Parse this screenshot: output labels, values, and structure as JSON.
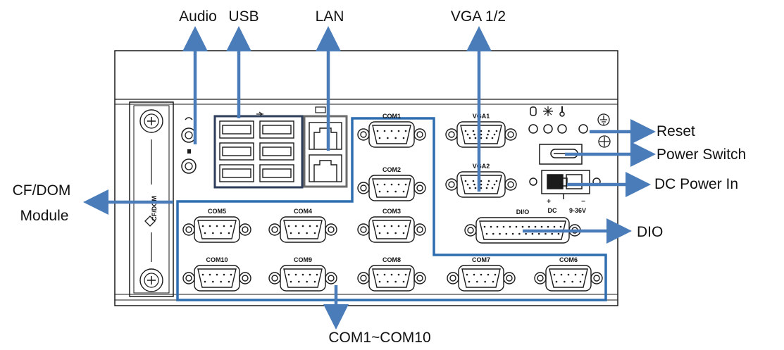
{
  "colors": {
    "arrow": "#4a7cb9",
    "outline": "#1a1a1a",
    "highlight": "#2e6db0"
  },
  "callouts": {
    "audio": "Audio",
    "usb": "USB",
    "lan": "LAN",
    "vga": "VGA 1/2",
    "reset": "Reset",
    "power_switch": "Power Switch",
    "dc_power_in": "DC Power In",
    "cf_dom_line1": "CF/DOM",
    "cf_dom_line2": "Module",
    "dio": "DIO",
    "com_range": "COM1~COM10"
  },
  "panel_labels": {
    "com1": "COM1",
    "com2": "COM2",
    "com3": "COM3",
    "com4": "COM4",
    "com5": "COM5",
    "com6": "COM6",
    "com7": "COM7",
    "com8": "COM8",
    "com9": "COM9",
    "com10": "COM10",
    "vga1": "VGA1",
    "vga2": "VGA2",
    "dio": "DI/O",
    "cfdom": "CF/DOM",
    "dc_label": "DC",
    "dc_voltage": "9-36V",
    "plus": "+",
    "minus": "−"
  },
  "icons": [
    "hdd-led-icon",
    "power-led-icon",
    "temperature-led-icon",
    "ground-icon",
    "headphone-icon",
    "microphone-icon",
    "network-icon",
    "usb-icon"
  ]
}
